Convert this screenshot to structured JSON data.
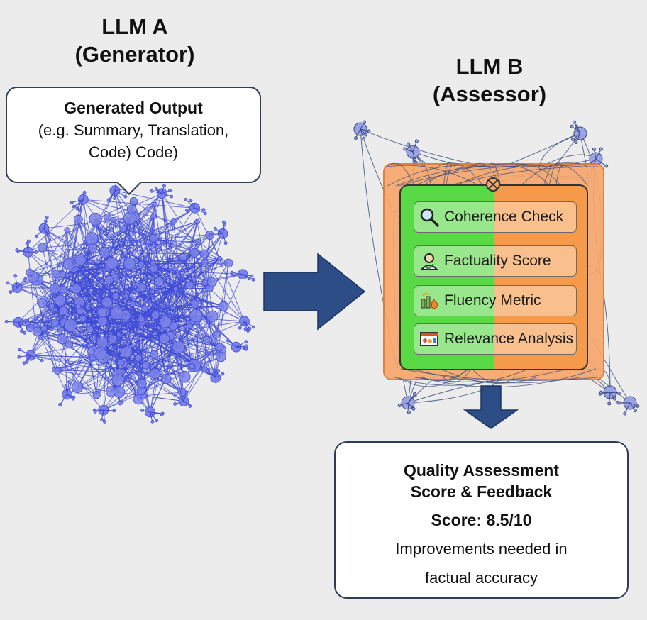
{
  "generator": {
    "title_line1": "LLM A",
    "title_line2": "(Generator)",
    "bubble": {
      "heading": "Generated Output",
      "line1": "(e.g. Summary, Translation,",
      "line2": "Code) Code)"
    }
  },
  "assessor": {
    "title_line1": "LLM B",
    "title_line2": "(Assessor)",
    "checks": [
      {
        "label": "Coherence Check",
        "icon": "magnifier-icon"
      },
      {
        "label": "Factuality Score",
        "icon": "person-check-icon"
      },
      {
        "label": "Fluency Metric",
        "icon": "chart-flame-icon"
      },
      {
        "label": "Relevance Analysis",
        "icon": "slides-icon"
      }
    ]
  },
  "result": {
    "heading_line1": "Quality Assessment",
    "heading_line2": "Score & Feedback",
    "score": "Score: 8.5/10",
    "feedback_line1": "Improvements needed in",
    "feedback_line2": "factual accuracy"
  },
  "colors": {
    "network": "#3f4bd6",
    "arrow": "#2c4d86",
    "panel_left": "#5ad946",
    "panel_right": "#f59a4a",
    "frame": "#f6a76d",
    "border": "#2e3d57"
  }
}
